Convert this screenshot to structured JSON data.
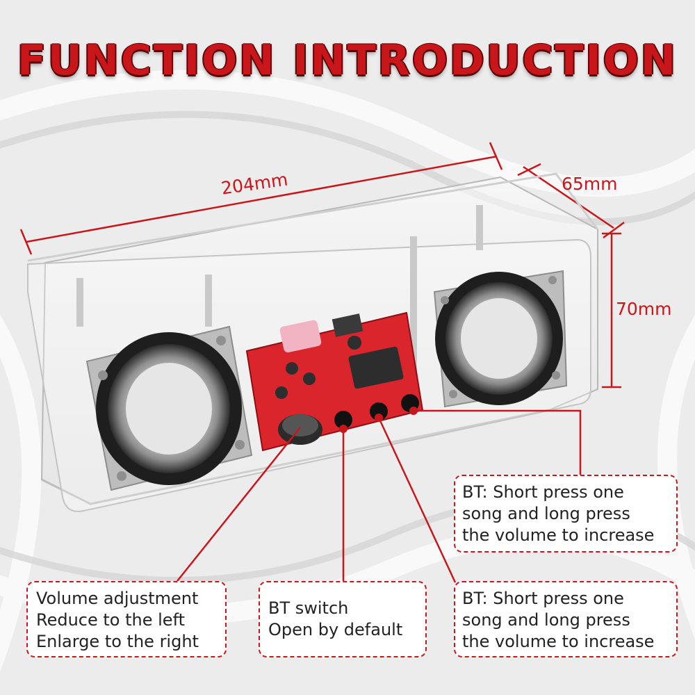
{
  "title": "FUNCTION INTRODUCTION",
  "dimensions": {
    "length": "204mm",
    "depth": "65mm",
    "height": "70mm"
  },
  "callouts": {
    "volume": [
      "Volume adjustment",
      "Reduce to the left",
      "Enlarge to the right"
    ],
    "bt_switch": [
      "BT switch",
      "Open by default"
    ],
    "bt_right": [
      "BT: Short press one",
      "song and long press",
      "the volume to increase"
    ],
    "bt_middle": [
      "BT: Short press one",
      "song and long press",
      "the volume to increase"
    ]
  },
  "colors": {
    "accent": "#c9161b",
    "board": "#d9252b",
    "background": "#ececec"
  }
}
